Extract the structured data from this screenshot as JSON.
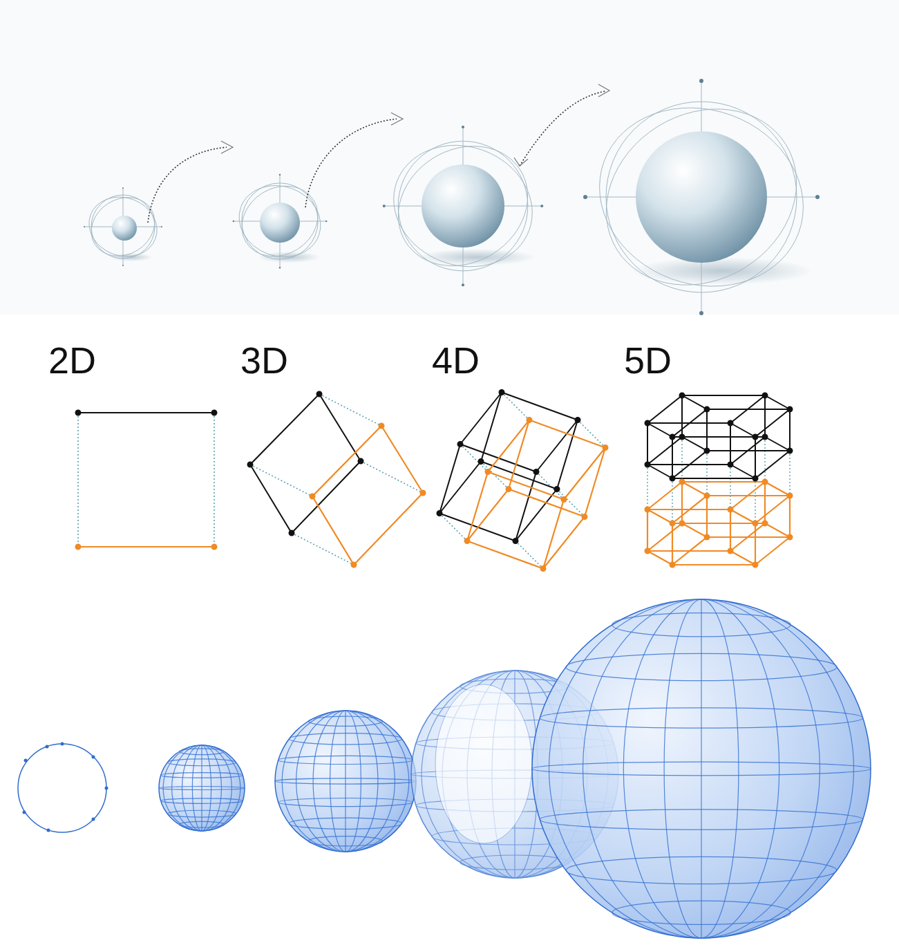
{
  "diagram": {
    "labels": [
      "2D",
      "3D",
      "4D",
      "5D"
    ]
  }
}
